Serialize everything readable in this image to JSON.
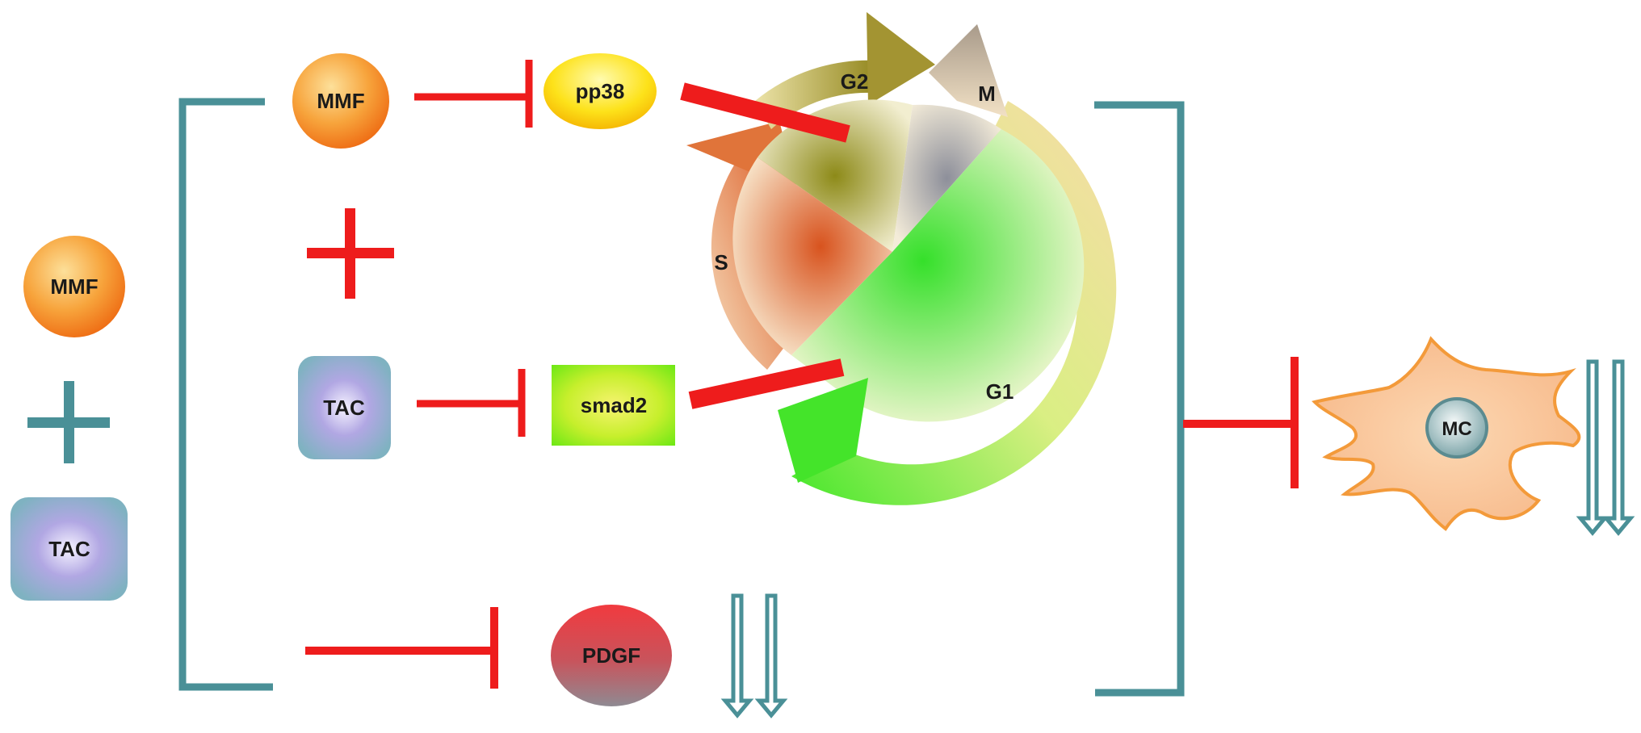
{
  "left_legend": {
    "drug_a": "MMF",
    "drug_b": "TAC"
  },
  "pathways": {
    "mmf": "MMF",
    "pp38": "pp38",
    "tac": "TAC",
    "smad2": "smad2",
    "pdgf": "PDGF"
  },
  "cell_cycle": {
    "g2": "G2",
    "m": "M",
    "s": "S",
    "g1": "G1"
  },
  "target_cell": {
    "label": "MC"
  },
  "colors": {
    "teal": "#4a9097",
    "inhibit_red": "#ee1c1c",
    "orange": "#f07f1c",
    "tac_fill": "#9db4cf"
  }
}
